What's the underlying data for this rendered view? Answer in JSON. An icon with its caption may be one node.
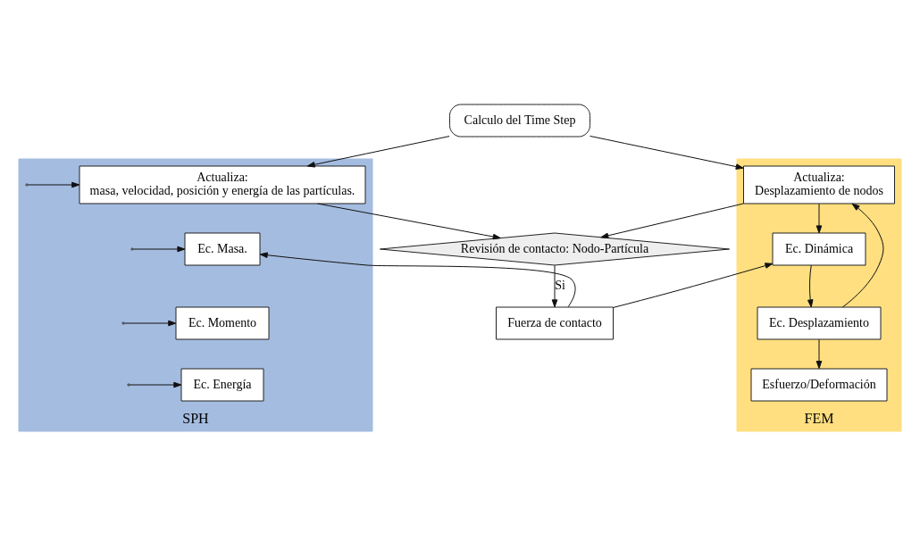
{
  "diagram": {
    "nodes": [
      {
        "text": [
          "SPH"
        ]
      },
      {
        "text": [
          "FEM"
        ]
      },
      {
        "text": [
          "Calculo del Time Step"
        ]
      },
      {
        "text": [
          "Actualiza:",
          "masa, velocidad, posición y energía de las partículas."
        ],
        "in": 0
      },
      {
        "text": [
          "Ec. Masa."
        ],
        "in": 0
      },
      {
        "text": [
          "Ec. Momento"
        ],
        "in": 0
      },
      {
        "text": [
          "Ec. Energía"
        ],
        "in": 0
      },
      {
        "text": [
          "Revisión de contacto: Nodo-Partícula"
        ]
      },
      {
        "text": [
          "Fuerza de contacto"
        ]
      },
      {
        "text": [
          "Actualiza:",
          "Desplazamiento de nodos"
        ],
        "in": 1
      },
      {
        "text": [
          "Ec. Dinámica"
        ],
        "in": 1
      },
      {
        "text": [
          "Ec. Desplazamiento"
        ],
        "in": 1
      },
      {
        "text": [
          "Esfuerzo/Deformación"
        ],
        "in": 1
      }
    ],
    "edges": [
      {
        "from": 2,
        "to": 3,
        "arrow": "to"
      },
      {
        "from": 2,
        "to": 9,
        "arrow": "to"
      },
      {
        "from": 3,
        "to": 7,
        "arrow": "to"
      },
      {
        "from": 9,
        "to": 7,
        "arrow": "to"
      },
      {
        "from": 9,
        "to": 10,
        "arrow": "to"
      },
      {
        "from": 7,
        "to": 8,
        "arrow": "to",
        "label": "Si"
      },
      {
        "from": 8,
        "to": 4,
        "arrow": "to"
      },
      {
        "from": 8,
        "to": 10,
        "arrow": "to"
      },
      {
        "from": 10,
        "to": 11,
        "arrow": "to"
      },
      {
        "from": 11,
        "to": 12,
        "arrow": "to"
      },
      {
        "from": 11,
        "to": 9,
        "arrow": "to"
      },
      {
        "from": null,
        "to": 3,
        "arrow": "to"
      },
      {
        "from": null,
        "to": 4,
        "arrow": "to"
      },
      {
        "from": null,
        "to": 5,
        "arrow": "to"
      },
      {
        "from": null,
        "to": 6,
        "arrow": "to"
      }
    ]
  }
}
